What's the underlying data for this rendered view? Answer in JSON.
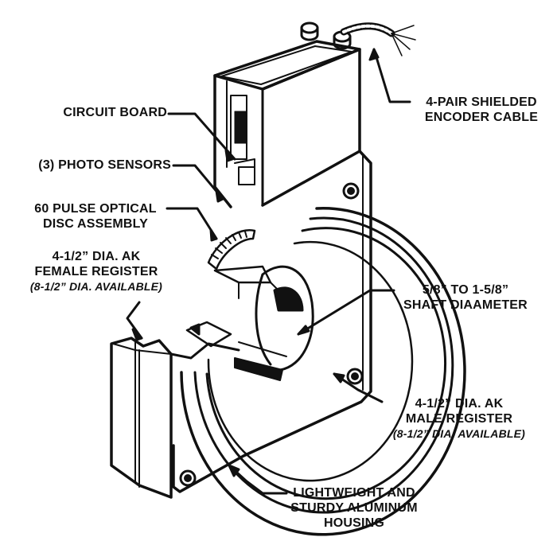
{
  "labels": {
    "circuit_board": "CIRCUIT BOARD",
    "photo_sensors": "(3) PHOTO SENSORS",
    "optical_disc_1": "60 PULSE OPTICAL",
    "optical_disc_2": "DISC ASSEMBLY",
    "female_register_1": "4-1/2” DIA. AK",
    "female_register_2": "FEMALE REGISTER",
    "female_register_note": "(8-1/2” DIA. AVAILABLE)",
    "encoder_cable_1": "4-PAIR SHIELDED",
    "encoder_cable_2": "ENCODER CABLE",
    "shaft_diameter_1": "5/8” TO 1-5/8”",
    "shaft_diameter_2": "SHAFT DIAAMETER",
    "male_register_1": "4-1/2” DIA. AK",
    "male_register_2": "MALE REGISTER",
    "male_register_note": "(8-1/2” DIA. AVAILABLE)",
    "housing_1": "LIGHTWEIGHT AND",
    "housing_2": "STURDY ALUMINUM",
    "housing_3": "HOUSING"
  }
}
